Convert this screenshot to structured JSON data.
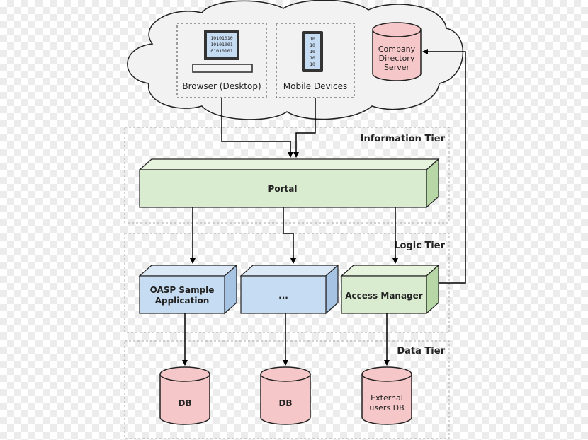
{
  "tiers": {
    "information": "Information Tier",
    "logic": "Logic Tier",
    "data": "Data Tier"
  },
  "clients": {
    "browser": "Browser (Desktop)",
    "mobile": "Mobile Devices",
    "screen_bits": [
      "10101010",
      "10101001",
      "01010101"
    ],
    "phone_bits": [
      "10",
      "10",
      "10",
      "10",
      "10"
    ]
  },
  "directory_server": [
    "Company",
    "Directory",
    "Server"
  ],
  "portal": "Portal",
  "components": {
    "oasp": [
      "OASP Sample",
      "Application"
    ],
    "ellipsis": "...",
    "access_manager": "Access Manager"
  },
  "databases": {
    "db1": "DB",
    "db2": "DB",
    "external": [
      "External",
      "users DB"
    ]
  },
  "colors": {
    "portal": "#d9ecd0",
    "component_blue": "#c6dcf2",
    "database": "#f6c7c8",
    "cloud": "#f2f2f2"
  }
}
